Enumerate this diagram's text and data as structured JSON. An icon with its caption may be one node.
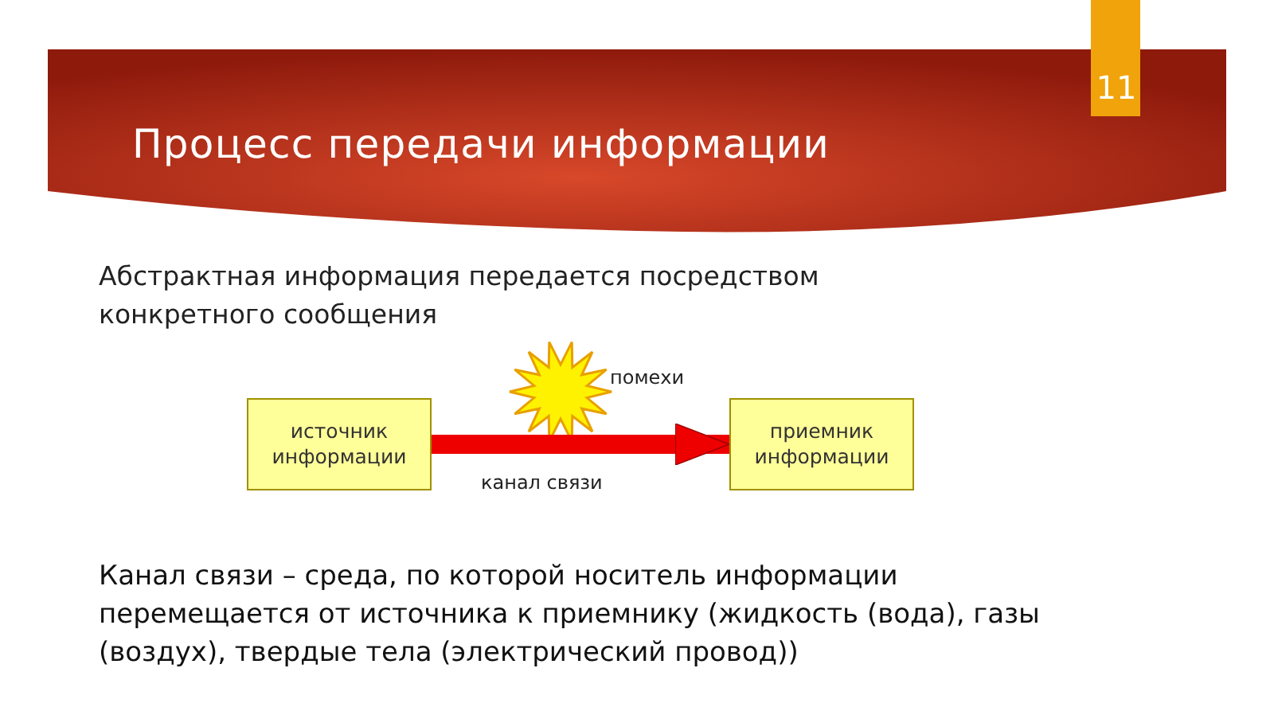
{
  "diagram": {
    "title": "Процесс передачи информации",
    "nodes": [
      {
        "text": [
          "источник информации"
        ]
      },
      {
        "text": [
          "приемник информации"
        ]
      }
    ],
    "edges": [
      {
        "from": 0,
        "to": 1,
        "arrow": "to",
        "label": "канал связи",
        "color": "#ee0000"
      }
    ],
    "labels": [
      "11",
      "Абстрактная информация передается посредством конкретного сообщения",
      "помехи",
      "Канал связи – среда, по которой носитель информации перемещается от источника к приемнику (жидкость (вода), газы (воздух), твердые тела (электрический провод))"
    ]
  }
}
